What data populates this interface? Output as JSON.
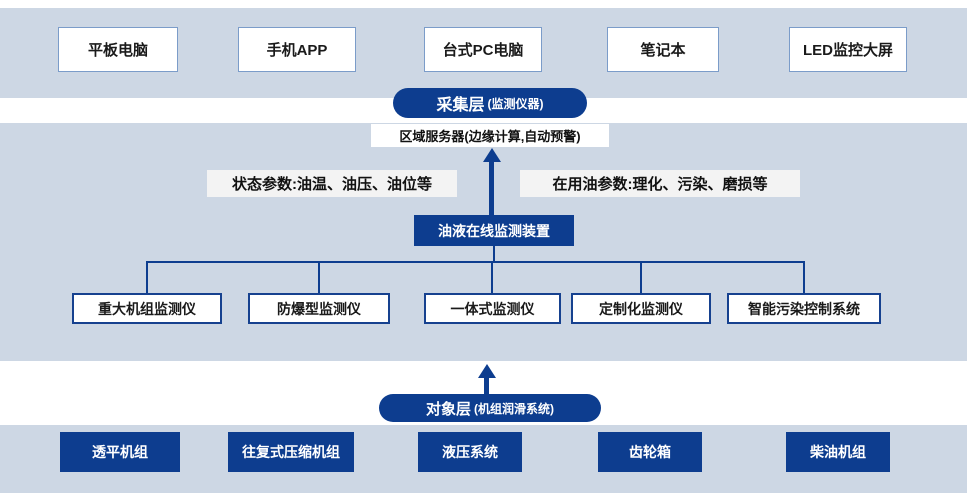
{
  "colors": {
    "navy": "#0d3d8f",
    "band": "#cdd7e4",
    "box_border_light": "#7b9cc9",
    "box_border_dark": "#16418f",
    "label_bg": "#f3f3f3"
  },
  "terminal_layer": {
    "items": [
      "平板电脑",
      "手机APP",
      "台式PC电脑",
      "笔记本",
      "LED监控大屏"
    ]
  },
  "collection_layer": {
    "title": "采集层",
    "subtitle": "(监测仪器)",
    "server": "区域服务器(边缘计算,自动预警)",
    "left_params": "状态参数:油温、油压、油位等",
    "right_params": "在用油参数:理化、污染、磨损等",
    "device": "油液在线监测装置",
    "monitors": [
      "重大机组监测仪",
      "防爆型监测仪",
      "一体式监测仪",
      "定制化监测仪",
      "智能污染控制系统"
    ]
  },
  "object_layer": {
    "title": "对象层",
    "subtitle": "(机组润滑系统)",
    "items": [
      "透平机组",
      "往复式压缩机组",
      "液压系统",
      "齿轮箱",
      "柴油机组"
    ]
  }
}
